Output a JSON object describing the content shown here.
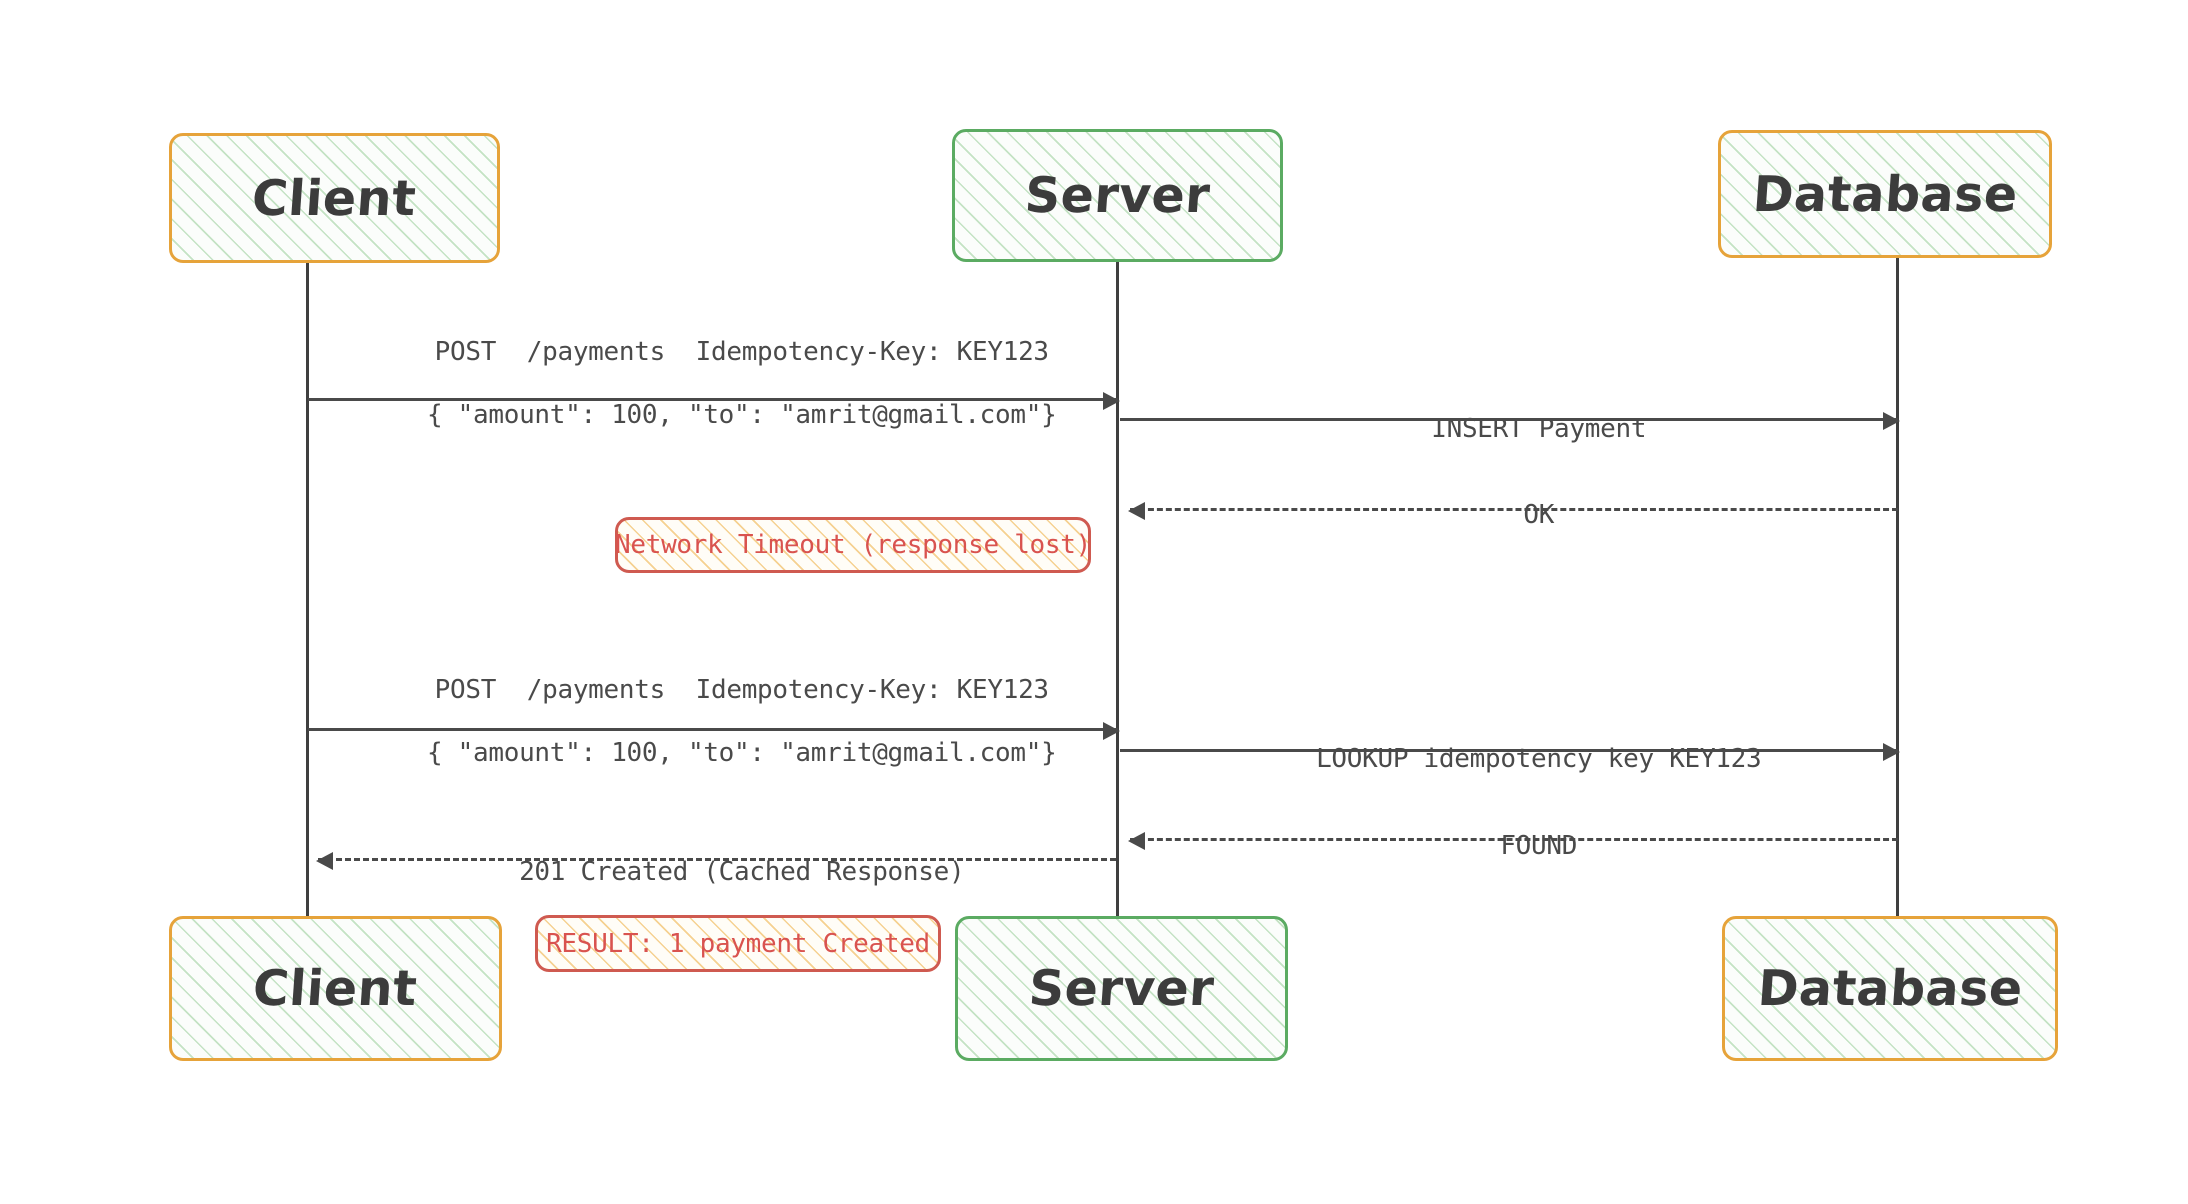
{
  "diagram": {
    "type": "sequence-diagram",
    "title": "Idempotency-Key payment retry sequence",
    "colors": {
      "actor_border_orange": "#e6a33a",
      "actor_border_green": "#5bab62",
      "actor_hatch_green": "#96cd96",
      "note_border_red": "#cf5a50",
      "note_text_red": "#d9534f",
      "note_hatch_orange": "#f0b95a",
      "line_dark": "#4a4a4a",
      "text_dark": "#3c3c3c",
      "background": "#ffffff"
    }
  },
  "actors": [
    {
      "id": "client",
      "label": "Client",
      "border": "orange"
    },
    {
      "id": "server",
      "label": "Server",
      "border": "green"
    },
    {
      "id": "database",
      "label": "Database",
      "border": "orange"
    }
  ],
  "actors_bottom": [
    {
      "id": "client-bottom",
      "label": "Client",
      "border": "orange"
    },
    {
      "id": "server-bottom",
      "label": "Server",
      "border": "green"
    },
    {
      "id": "database-bottom",
      "label": "Database",
      "border": "orange"
    }
  ],
  "messages": [
    {
      "id": "post-payments-1",
      "from": "client",
      "to": "server",
      "style": "solid",
      "direction": "right",
      "line1": "POST  /payments  Idempotency-Key: KEY123",
      "line2": "{ \"amount\": 100, \"to\": \"amrit@gmail.com\"}"
    },
    {
      "id": "insert-payment",
      "from": "server",
      "to": "database",
      "style": "solid",
      "direction": "right",
      "line1": "INSERT Payment"
    },
    {
      "id": "ok",
      "from": "database",
      "to": "server",
      "style": "dashed",
      "direction": "left",
      "line1": "OK"
    },
    {
      "id": "post-payments-2",
      "from": "client",
      "to": "server",
      "style": "solid",
      "direction": "right",
      "line1": "POST  /payments  Idempotency-Key: KEY123",
      "line2": "{ \"amount\": 100, \"to\": \"amrit@gmail.com\"}"
    },
    {
      "id": "lookup-idempotency-key",
      "from": "server",
      "to": "database",
      "style": "solid",
      "direction": "right",
      "line1": "LOOKUP idempotency key KEY123"
    },
    {
      "id": "found",
      "from": "database",
      "to": "server",
      "style": "dashed",
      "direction": "left",
      "line1": "FOUND"
    },
    {
      "id": "created-cached",
      "from": "server",
      "to": "client",
      "style": "dashed",
      "direction": "left",
      "line1": "201 Created (Cached Response)"
    }
  ],
  "notes": [
    {
      "id": "network-timeout",
      "label": "Network Timeout (response lost)"
    },
    {
      "id": "result",
      "label": "RESULT: 1 payment Created"
    }
  ]
}
